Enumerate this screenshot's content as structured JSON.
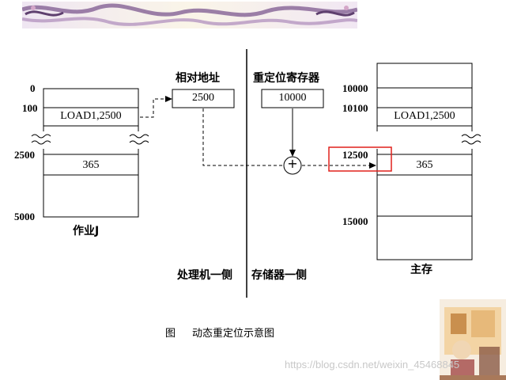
{
  "diagram": {
    "job": {
      "title": "作业J",
      "addresses": [
        "0",
        "100",
        "2500",
        "5000"
      ],
      "cells": {
        "instruction": "LOAD1,2500",
        "data": "365"
      }
    },
    "relative_address": {
      "title": "相对地址",
      "value": "2500"
    },
    "relocation_register": {
      "title": "重定位寄存器",
      "value": "10000"
    },
    "adder_symbol": "+",
    "memory": {
      "title": "主存",
      "addresses": [
        "10000",
        "10100",
        "12500",
        "15000"
      ],
      "cells": {
        "instruction": "LOAD1,2500",
        "data": "365"
      }
    },
    "side_labels": {
      "processor": "处理机一侧",
      "storage": "存储器一侧"
    },
    "caption": {
      "prefix": "图",
      "text": "动态重定位示意图"
    }
  },
  "watermark": "https://blog.csdn.net/weixin_45468845",
  "colors": {
    "highlight_box": "#e0201c",
    "line": "#000000",
    "watermark": "#c8c8c8"
  },
  "icons": {
    "banner": "decorative-swirl-banner",
    "corner": "decorative-corner-illustration",
    "break": "wavy-break-icon"
  }
}
